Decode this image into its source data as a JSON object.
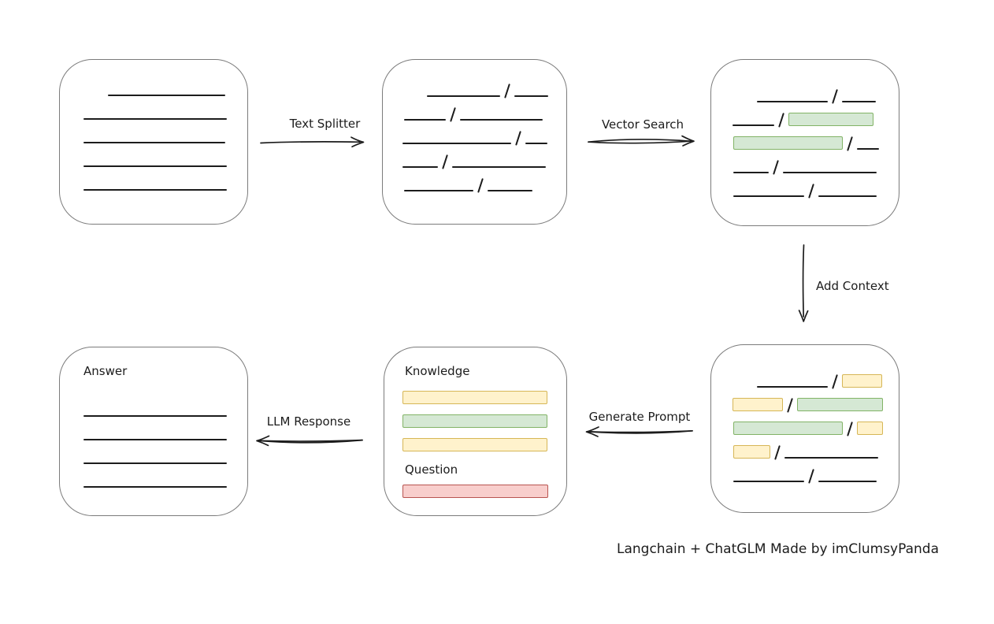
{
  "colors": {
    "ink": "#1c1c1c",
    "box_border": "#7b7b7b",
    "green": {
      "fill": "#d5e8d4",
      "stroke": "#82b366"
    },
    "yellow": {
      "fill": "#fff2cc",
      "stroke": "#d6b656"
    },
    "red": {
      "fill": "#f8cecc",
      "stroke": "#b85450"
    }
  },
  "labels": {
    "text_splitter": "Text Splitter",
    "vector_search": "Vector Search",
    "add_context": "Add Context",
    "generate_prompt": "Generate Prompt",
    "llm_response": "LLM Response"
  },
  "boxes": {
    "source": {
      "rows": [
        {
          "indent": 61,
          "segs": [
            [
              "l",
              149
            ]
          ]
        },
        {
          "indent": 30,
          "segs": [
            [
              "l",
              182
            ]
          ]
        },
        {
          "indent": 30,
          "segs": [
            [
              "l",
              180
            ]
          ]
        },
        {
          "indent": 30,
          "segs": [
            [
              "l",
              182
            ]
          ]
        },
        {
          "indent": 30,
          "segs": [
            [
              "l",
              182
            ]
          ]
        }
      ]
    },
    "chunks": {
      "rows": [
        {
          "indent": 56,
          "segs": [
            [
              "l",
              93
            ],
            [
              "s"
            ],
            [
              "l",
              43
            ]
          ]
        },
        {
          "indent": 27,
          "segs": [
            [
              "l",
              53
            ],
            [
              "s"
            ],
            [
              "l",
              105
            ]
          ]
        },
        {
          "indent": 25,
          "segs": [
            [
              "l",
              138
            ],
            [
              "s"
            ],
            [
              "l",
              28
            ]
          ]
        },
        {
          "indent": 25,
          "segs": [
            [
              "l",
              45
            ],
            [
              "s"
            ],
            [
              "l",
              119
            ]
          ]
        },
        {
          "indent": 27,
          "segs": [
            [
              "l",
              88
            ],
            [
              "s"
            ],
            [
              "l",
              57
            ]
          ]
        }
      ]
    },
    "vector": {
      "rows": [
        {
          "indent": 58,
          "segs": [
            [
              "l",
              90
            ],
            [
              "s"
            ],
            [
              "l",
              43
            ]
          ]
        },
        {
          "indent": 27,
          "segs": [
            [
              "l",
              53
            ],
            [
              "s"
            ],
            [
              "g",
              106
            ]
          ]
        },
        {
          "indent": 28,
          "segs": [
            [
              "g",
              137
            ],
            [
              "s"
            ],
            [
              "l",
              28
            ]
          ]
        },
        {
          "indent": 28,
          "segs": [
            [
              "l",
              45
            ],
            [
              "s"
            ],
            [
              "l",
              119
            ]
          ]
        },
        {
          "indent": 28,
          "segs": [
            [
              "l",
              90
            ],
            [
              "s"
            ],
            [
              "l",
              74
            ]
          ]
        }
      ]
    },
    "context": {
      "rows": [
        {
          "indent": 58,
          "segs": [
            [
              "l",
              90
            ],
            [
              "s"
            ],
            [
              "y",
              49
            ]
          ]
        },
        {
          "indent": 27,
          "segs": [
            [
              "y",
              62
            ],
            [
              "s"
            ],
            [
              "g",
              107
            ]
          ]
        },
        {
          "indent": 28,
          "segs": [
            [
              "g",
              137
            ],
            [
              "s"
            ],
            [
              "y",
              31
            ]
          ]
        },
        {
          "indent": 28,
          "segs": [
            [
              "y",
              45
            ],
            [
              "s"
            ],
            [
              "l",
              119
            ]
          ]
        },
        {
          "indent": 28,
          "segs": [
            [
              "l",
              90
            ],
            [
              "s"
            ],
            [
              "l",
              74
            ]
          ]
        }
      ]
    },
    "prompt": {
      "knowledge_label": "Knowledge",
      "question_label": "Question",
      "knowledge_bars": [
        {
          "c": "yellow",
          "w": 182
        },
        {
          "c": "green",
          "w": 182
        },
        {
          "c": "yellow",
          "w": 182
        }
      ],
      "question_bars": [
        {
          "c": "red",
          "w": 183
        }
      ]
    },
    "answer": {
      "title": "Answer",
      "rows": [
        {
          "indent": 30,
          "segs": [
            [
              "l",
              182
            ]
          ]
        },
        {
          "indent": 30,
          "segs": [
            [
              "l",
              182
            ]
          ]
        },
        {
          "indent": 30,
          "segs": [
            [
              "l",
              182
            ]
          ]
        },
        {
          "indent": 30,
          "segs": [
            [
              "l",
              182
            ]
          ]
        }
      ]
    }
  },
  "caption": "Langchain + ChatGLM Made by imClumsyPanda"
}
